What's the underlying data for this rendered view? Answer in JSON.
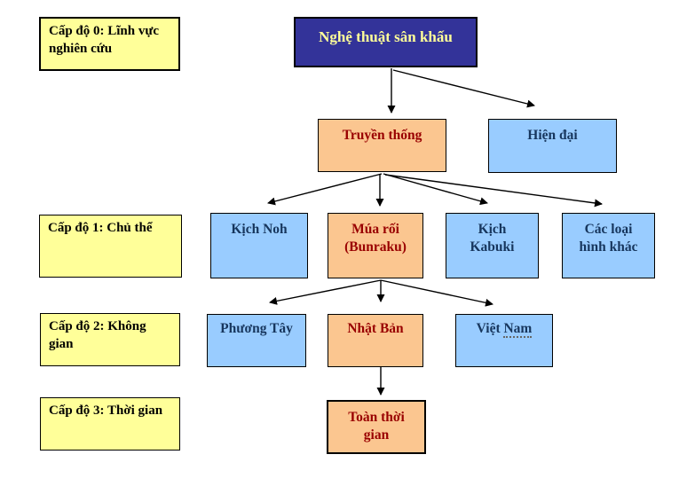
{
  "diagram": {
    "root": "Nghệ thuật sân khấu",
    "levels": [
      "Cấp độ 0: Lĩnh vực nghiên cứu",
      "Cấp độ 1: Chủ thể",
      "Cấp độ 2: Không gian",
      "Cấp độ 3: Thời gian"
    ],
    "nodes": {
      "truyen_thong": "Truyền thống",
      "hien_dai": "Hiện đại",
      "kich_noh": "Kịch Noh",
      "mua_roi": "Múa rối\n(Bunraku)",
      "kich_kabuki": "Kịch\nKabuki",
      "cac_loai_hinh_khac": "Các loại\nhình khác",
      "phuong_tay": "Phương Tây",
      "nhat_ban_part1": "Việt ",
      "viet_nam_part1": "Việt ",
      "viet_nam_part2": "Nam",
      "nhat_ban": "Nhật Bản",
      "toan_thoi_gian": "Toàn thời\ngian"
    },
    "edges": [
      {
        "from": "Nghệ thuật sân khấu",
        "to": "Truyền thống"
      },
      {
        "from": "Nghệ thuật sân khấu",
        "to": "Hiện đại"
      },
      {
        "from": "Truyền thống",
        "to": "Kịch Noh"
      },
      {
        "from": "Truyền thống",
        "to": "Múa rối (Bunraku)"
      },
      {
        "from": "Truyền thống",
        "to": "Kịch Kabuki"
      },
      {
        "from": "Truyền thống",
        "to": "Các loại hình khác"
      },
      {
        "from": "Múa rối (Bunraku)",
        "to": "Phương Tây"
      },
      {
        "from": "Múa rối (Bunraku)",
        "to": "Nhật Bản"
      },
      {
        "from": "Múa rối (Bunraku)",
        "to": "Việt Nam"
      },
      {
        "from": "Nhật Bản",
        "to": "Toàn thời gian"
      }
    ],
    "colors": {
      "root_bg": "#333399",
      "root_text": "#ffff99",
      "level_label_bg": "#ffff99",
      "level_label_text": "#000000",
      "traditional_bg": "#fbc690",
      "traditional_text": "#990000",
      "modern_bg": "#99ccff",
      "modern_text": "#17365d",
      "connector": "#000000"
    }
  }
}
